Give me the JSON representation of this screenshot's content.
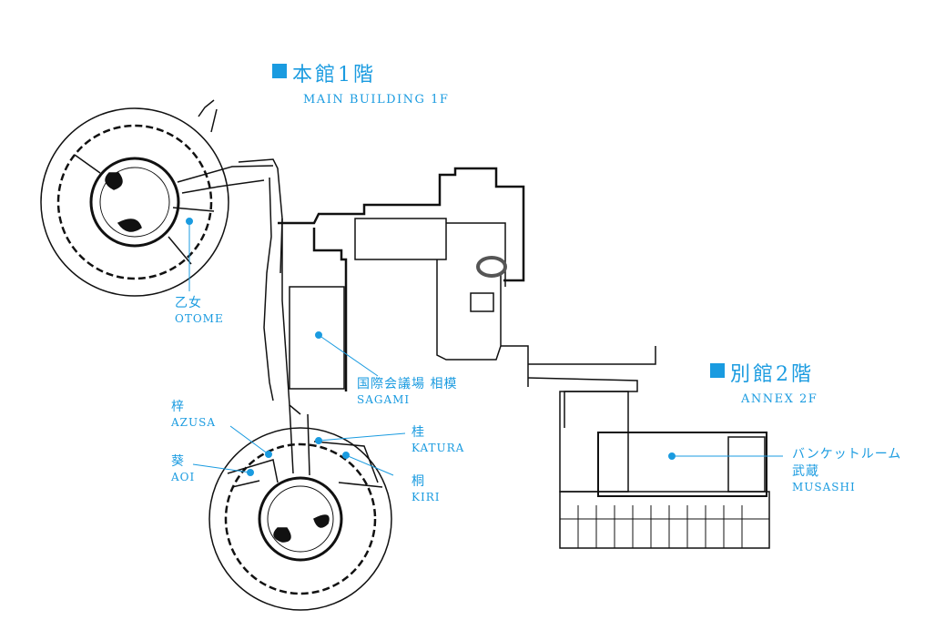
{
  "accent_color": "#1a9be0",
  "main_building": {
    "title_jp": "本館1階",
    "title_en": "MAIN BUILDING 1F",
    "marker_icon": "square-icon"
  },
  "annex": {
    "title_jp": "別館2階",
    "title_en": "ANNEX 2F",
    "marker_icon": "square-icon"
  },
  "rooms": [
    {
      "id": "otome",
      "jp": "乙女",
      "en": "OTOME"
    },
    {
      "id": "sagami",
      "jp": "国際会議場 相模",
      "en": "SAGAMI"
    },
    {
      "id": "azusa",
      "jp": "梓",
      "en": "AZUSA"
    },
    {
      "id": "aoi",
      "jp": "葵",
      "en": "AOI"
    },
    {
      "id": "katura",
      "jp": "桂",
      "en": "KATURA"
    },
    {
      "id": "kiri",
      "jp": "桐",
      "en": "KIRI"
    },
    {
      "id": "musashi",
      "jp": "バンケットルーム",
      "jp2": "武蔵",
      "en": "MUSASHI"
    }
  ]
}
